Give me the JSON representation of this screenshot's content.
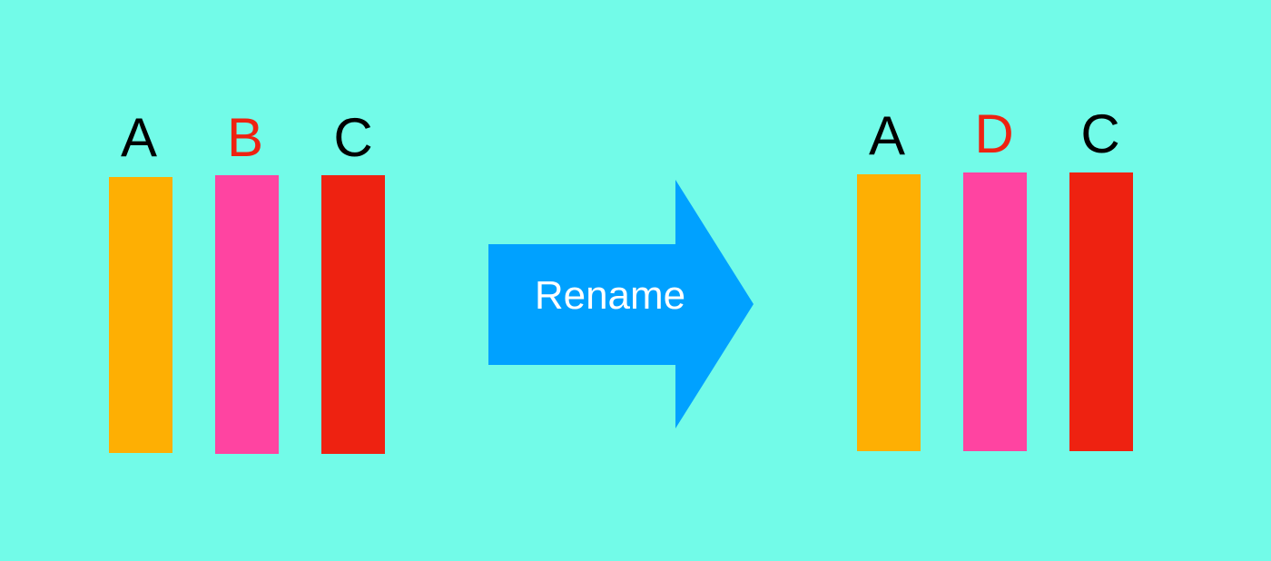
{
  "background_color": "#72fbe8",
  "before": {
    "columns": [
      {
        "label": "A",
        "label_color": "#000000",
        "bar_color": "#feaf03"
      },
      {
        "label": "B",
        "label_color": "#ee2211",
        "bar_color": "#ff44a1"
      },
      {
        "label": "C",
        "label_color": "#000000",
        "bar_color": "#ee2211"
      }
    ]
  },
  "arrow": {
    "label": "Rename",
    "color": "#00a1ff",
    "label_color": "#ffffff"
  },
  "after": {
    "columns": [
      {
        "label": "A",
        "label_color": "#000000",
        "bar_color": "#feaf03"
      },
      {
        "label": "D",
        "label_color": "#ee2211",
        "bar_color": "#ff44a1"
      },
      {
        "label": "C",
        "label_color": "#000000",
        "bar_color": "#ee2211"
      }
    ]
  }
}
